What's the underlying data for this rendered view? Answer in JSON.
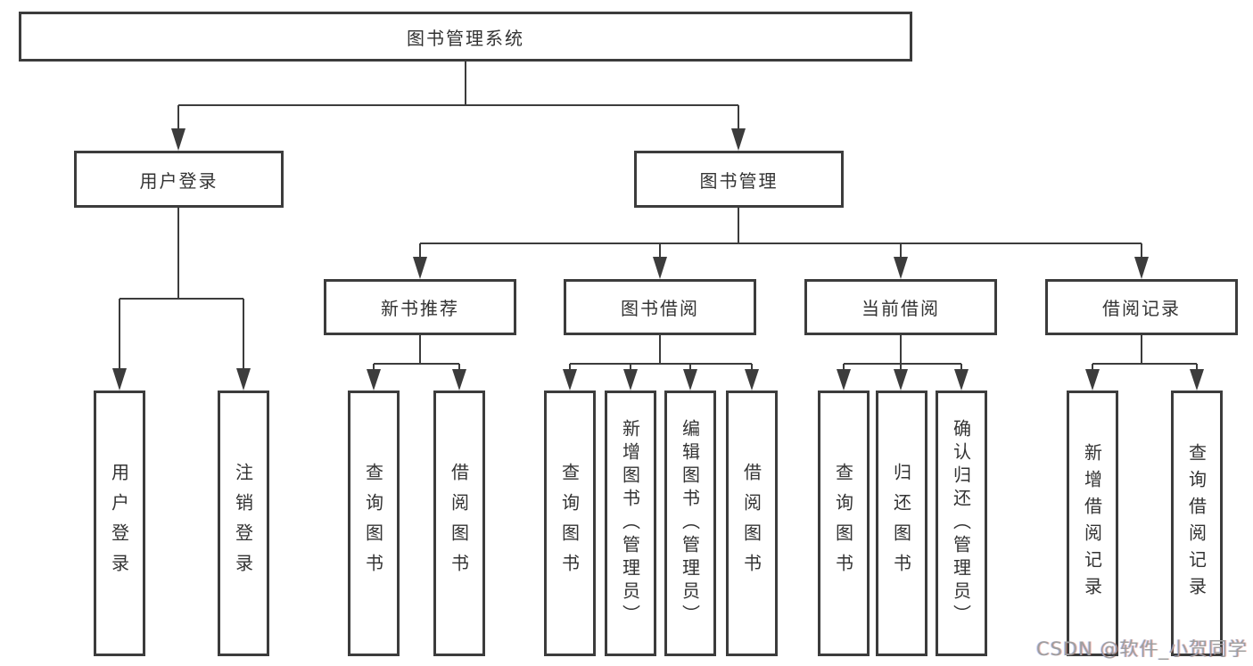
{
  "tree": {
    "root": {
      "label": "图书管理系统"
    },
    "branches": [
      {
        "label": "用户登录",
        "children": [
          {
            "label": "用户登录"
          },
          {
            "label": "注销登录"
          }
        ]
      },
      {
        "label": "图书管理",
        "children": [
          {
            "label": "新书推荐",
            "children": [
              {
                "label": "查询图书"
              },
              {
                "label": "借阅图书"
              }
            ]
          },
          {
            "label": "图书借阅",
            "children": [
              {
                "label": "查询图书"
              },
              {
                "label": "新增图书（管理员）"
              },
              {
                "label": "编辑图书（管理员）"
              },
              {
                "label": "借阅图书"
              }
            ]
          },
          {
            "label": "当前借阅",
            "children": [
              {
                "label": "查询图书"
              },
              {
                "label": "归还图书"
              },
              {
                "label": "确认归还（管理员）"
              }
            ]
          },
          {
            "label": "借阅记录",
            "children": [
              {
                "label": "新增借阅记录"
              },
              {
                "label": "查询借阅记录"
              }
            ]
          }
        ]
      }
    ]
  },
  "watermark": {
    "text": "CSDN @软件_小贺同学"
  },
  "colors": {
    "line": "#3c3c3c",
    "text": "#333333",
    "box_fill": "#ffffff",
    "background": "#ffffff",
    "watermark": "#9e9e9e"
  }
}
